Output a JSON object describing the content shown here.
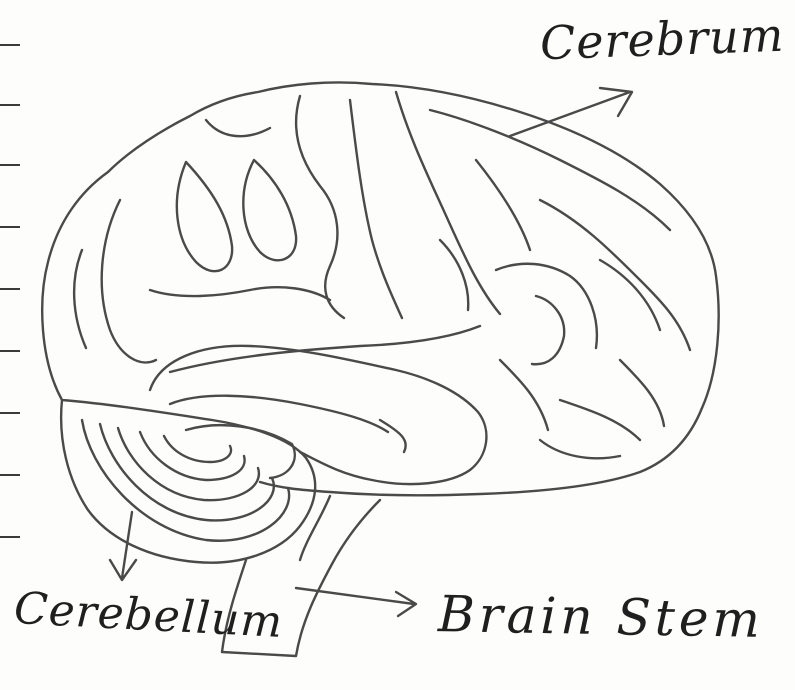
{
  "labels": {
    "cerebrum": "Cerebrum",
    "cerebellum": "Cerebellum",
    "brain_stem": "Brain Stem"
  },
  "colors": {
    "ink": "#4a4a4a",
    "paper": "#fdfdfb"
  }
}
